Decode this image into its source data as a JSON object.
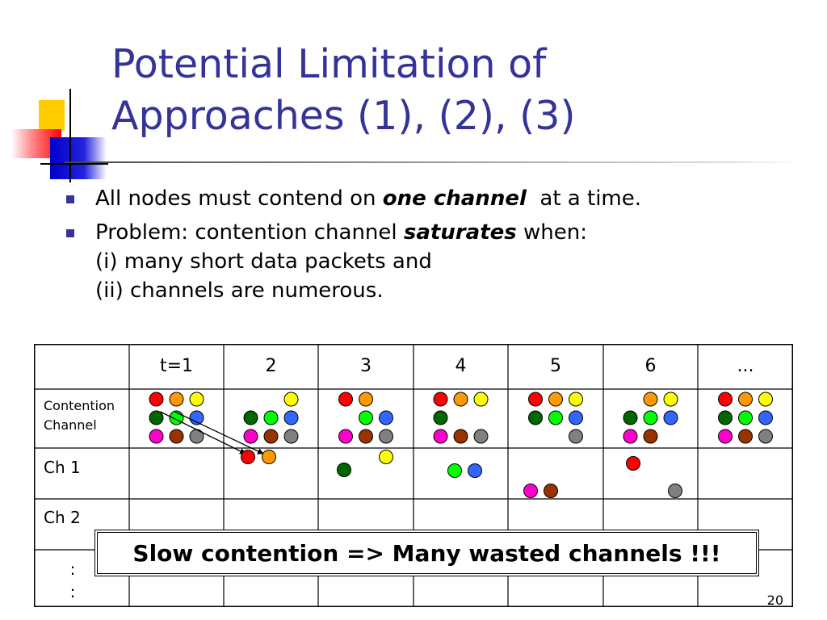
{
  "title": {
    "line1": "Potential Limitation of",
    "line2": "Approaches (1), (2), (3)"
  },
  "bullets": [
    {
      "pre": "All nodes must contend on ",
      "emphasis": "one channel",
      "post": "  at a time."
    },
    {
      "pre": "Problem: contention channel ",
      "emphasis": "saturates",
      "post": " when:",
      "sub1": "(i) many short data packets and",
      "sub2": "(ii) channels are numerous."
    }
  ],
  "table": {
    "header": [
      "",
      "t=1",
      "2",
      "3",
      "4",
      "5",
      "6",
      "..."
    ],
    "row_labels": [
      [
        "Contention",
        "Channel"
      ],
      [
        "Ch 1"
      ],
      [
        "Ch 2"
      ],
      [
        ":",
        ":"
      ]
    ],
    "colors": {
      "R": "#ff0000",
      "O": "#ff9900",
      "Y": "#ffff00",
      "DG": "#006600",
      "G": "#00ff00",
      "B": "#3366ff",
      "M": "#ff00cc",
      "BR": "#993300",
      "GR": "#808080"
    }
  },
  "callout": "Slow contention => Many wasted channels !!!",
  "page_number": "20"
}
